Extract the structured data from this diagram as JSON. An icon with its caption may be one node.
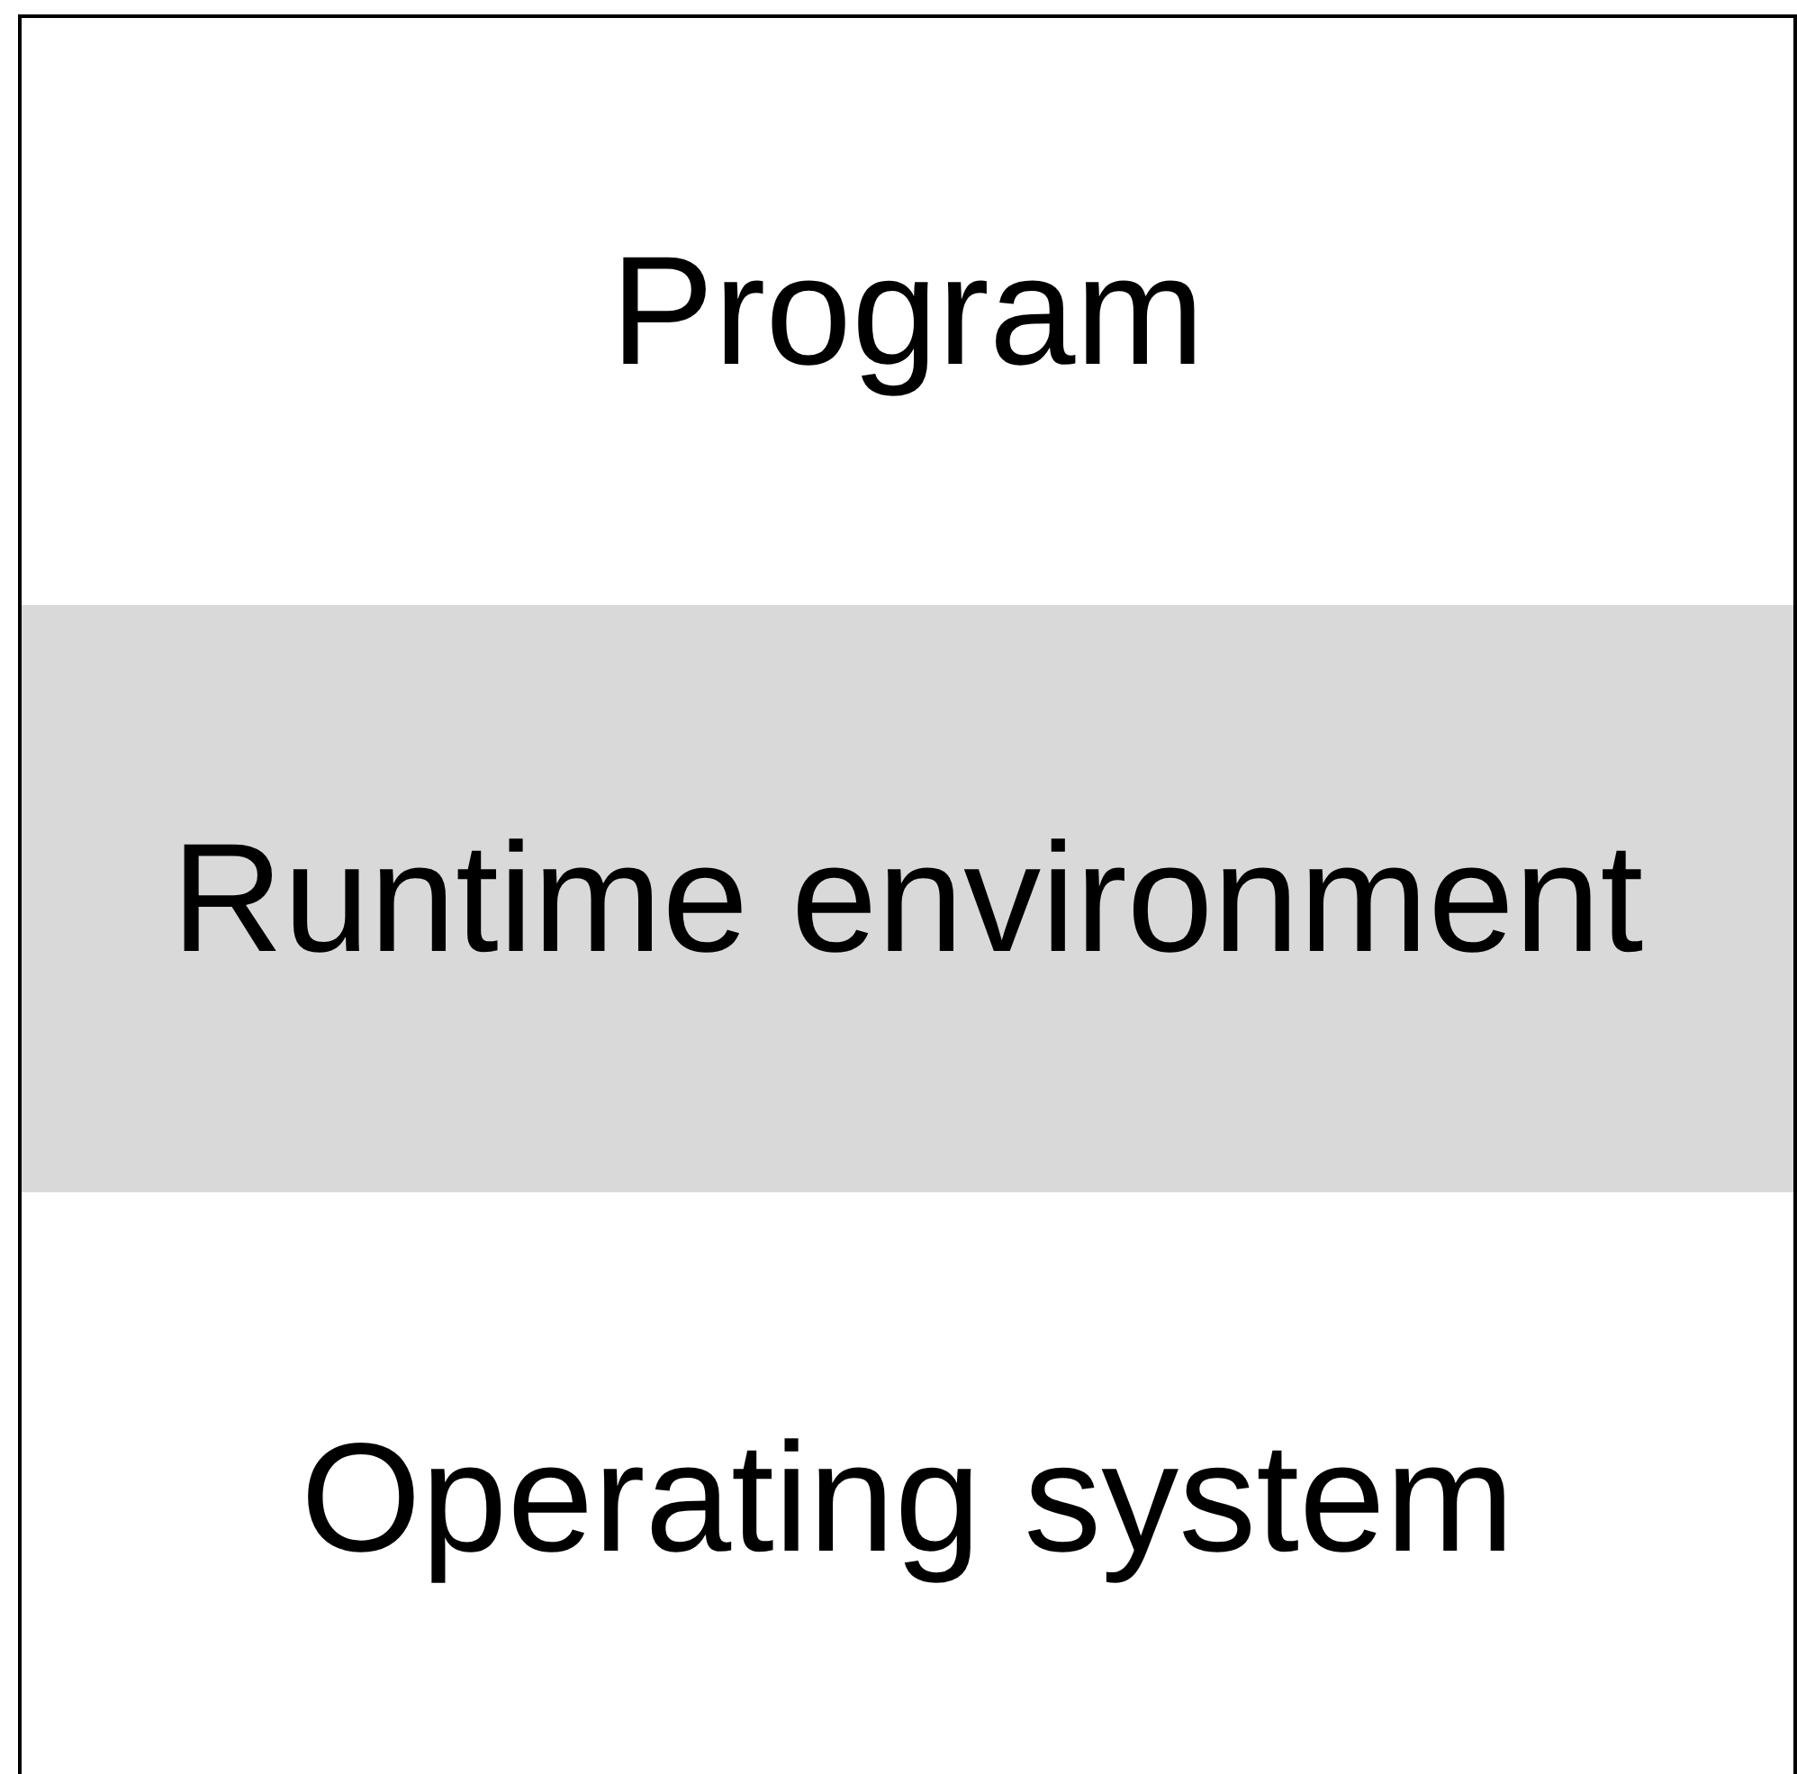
{
  "diagram": {
    "nodes": [
      {
        "text": [
          "Program"
        ]
      },
      {
        "text": [
          "Runtime environment"
        ]
      },
      {
        "text": [
          "Operating system"
        ]
      }
    ]
  }
}
